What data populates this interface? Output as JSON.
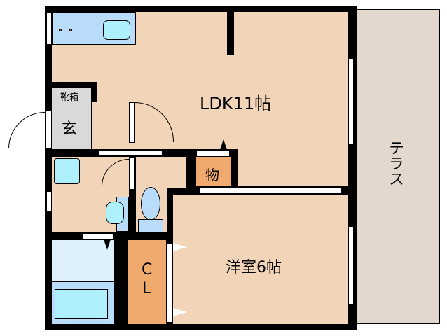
{
  "floorplan": {
    "rooms": {
      "ldk": {
        "label": "LDK11帖"
      },
      "western": {
        "label": "洋室6帖"
      },
      "entrance": {
        "label": "玄"
      },
      "shoe_box": {
        "label": "靴箱"
      },
      "storage": {
        "label": "物"
      },
      "closet": {
        "label_line1": "C",
        "label_line2": "L"
      },
      "terrace": {
        "label": "テラス"
      }
    },
    "colors": {
      "floor": "#f2d4b8",
      "terrace": "#e2d8ce",
      "wet_area": "#b9dcfa",
      "fixture": "#aef0fb",
      "storage": "#f1aa6e",
      "entrance": "#d9d9d9",
      "wall": "#000000"
    }
  }
}
